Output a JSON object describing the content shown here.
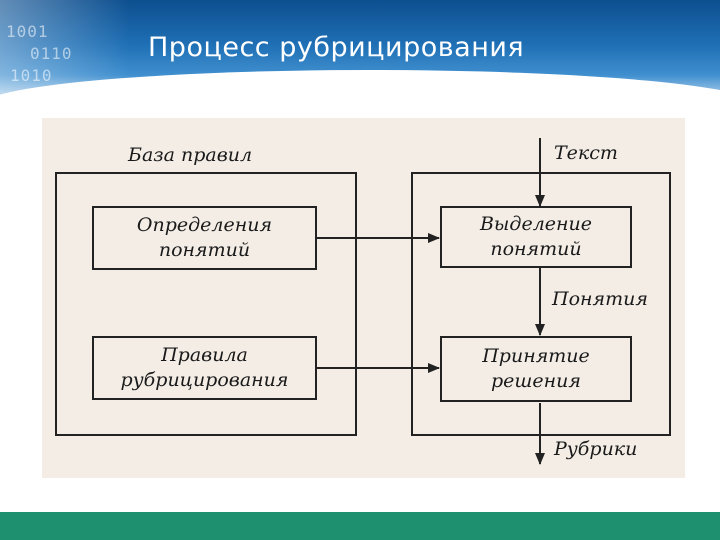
{
  "slide": {
    "title": "Процесс рубрицирования"
  },
  "diagram": {
    "rules_base_label": "База правил",
    "text_label": "Текст",
    "concepts_label": "Понятия",
    "rubrics_label": "Рубрики",
    "definitions_box": {
      "line1": "Определения",
      "line2": "понятий"
    },
    "rules_box": {
      "line1": "Правила",
      "line2": "рубрицирования"
    },
    "extraction_box": {
      "line1": "Выделение",
      "line2": "понятий"
    },
    "decision_box": {
      "line1": "Принятие",
      "line2": "решения"
    }
  },
  "colors": {
    "header": "#1f6fb5",
    "footer": "#1e8f6f",
    "scan_background": "#f3ede6",
    "ink": "#1a1a1a"
  }
}
